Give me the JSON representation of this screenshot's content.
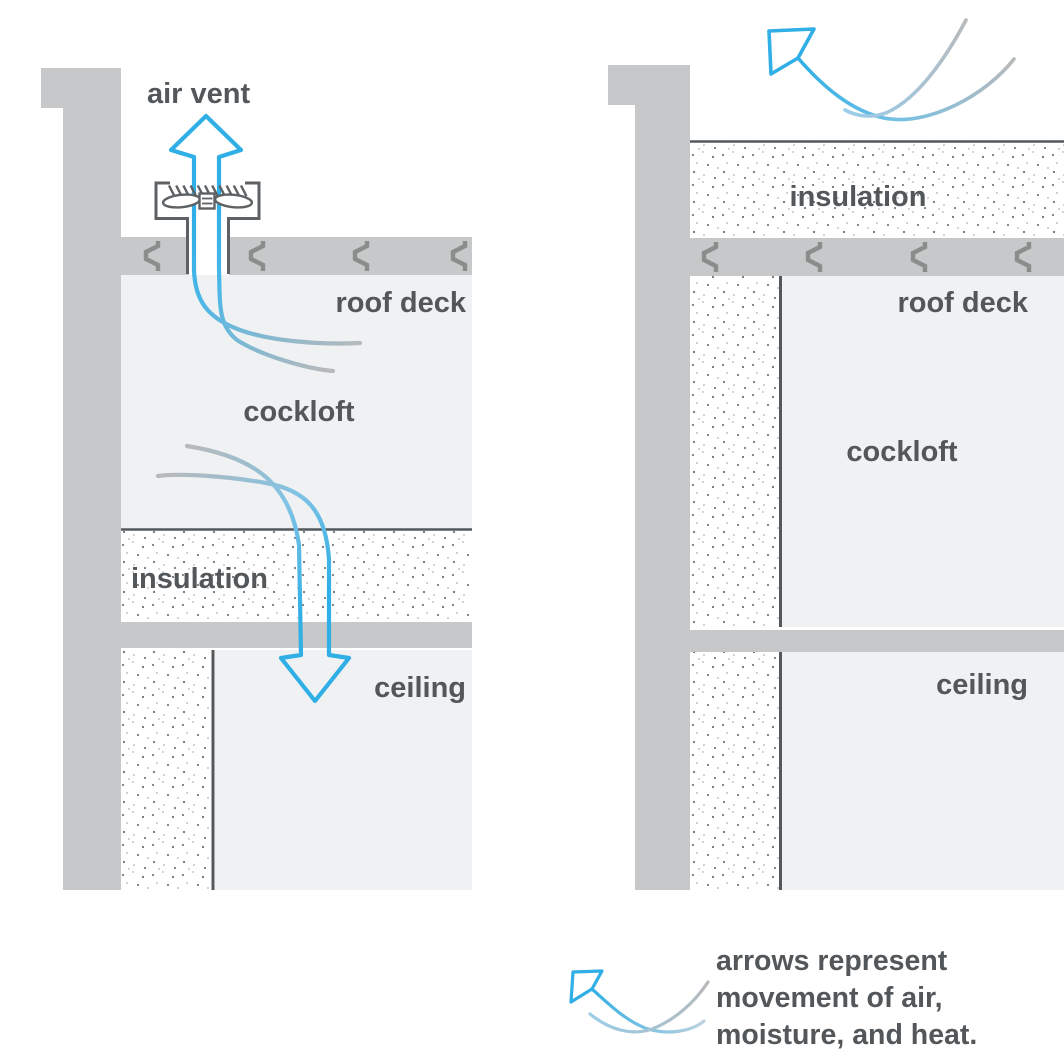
{
  "colors": {
    "accent_blue": "#2fafe5",
    "light_blue": "#9bcce8",
    "curve_gray": "#b7b9bb",
    "wall_gray": "#c7c8c9",
    "clip_gray": "#8b8d8c",
    "room_gray": "#eff1f2",
    "dark_line": "#55585b",
    "vent_outline": "#5d6164",
    "text": "#53575a"
  },
  "left_diagram": {
    "labels": {
      "air_vent": "air vent",
      "roof_deck": "roof deck",
      "cockloft": "cockloft",
      "insulation": "insulation",
      "ceiling": "ceiling"
    }
  },
  "right_diagram": {
    "labels": {
      "insulation": "insulation",
      "roof_deck": "roof deck",
      "cockloft": "cockloft",
      "ceiling": "ceiling"
    }
  },
  "legend": {
    "line1": "arrows represent",
    "line2": "movement of air,",
    "line3": "moisture, and heat."
  }
}
